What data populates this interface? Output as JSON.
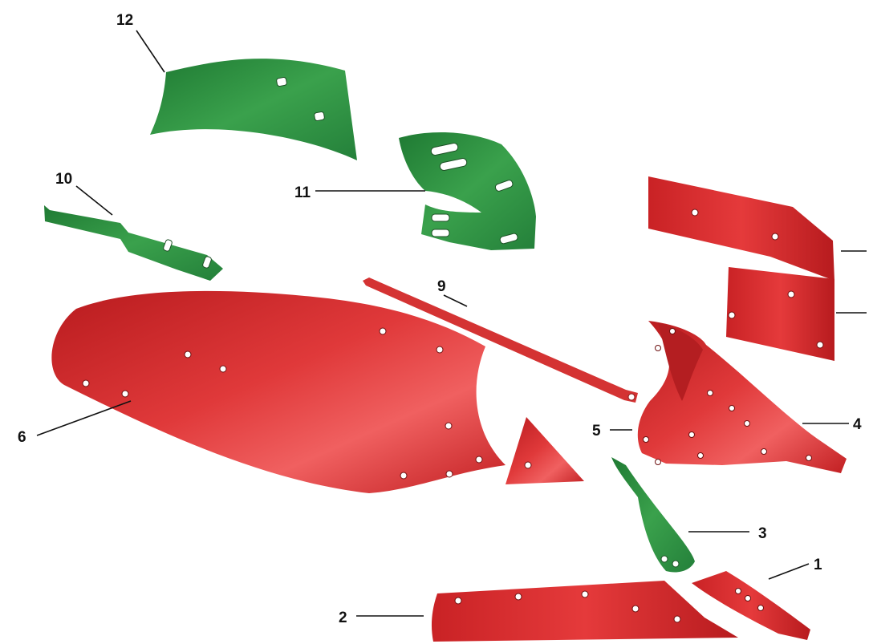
{
  "diagram": {
    "labels": {
      "p1": "1",
      "p2": "2",
      "p3": "3",
      "p4": "4",
      "p5": "5",
      "p6": "6",
      "p9": "9",
      "p10": "10",
      "p11": "11",
      "p12": "12"
    },
    "colors": {
      "red_part": "#d3282a",
      "green_part": "#2f8f3e",
      "label": "#111111"
    }
  }
}
